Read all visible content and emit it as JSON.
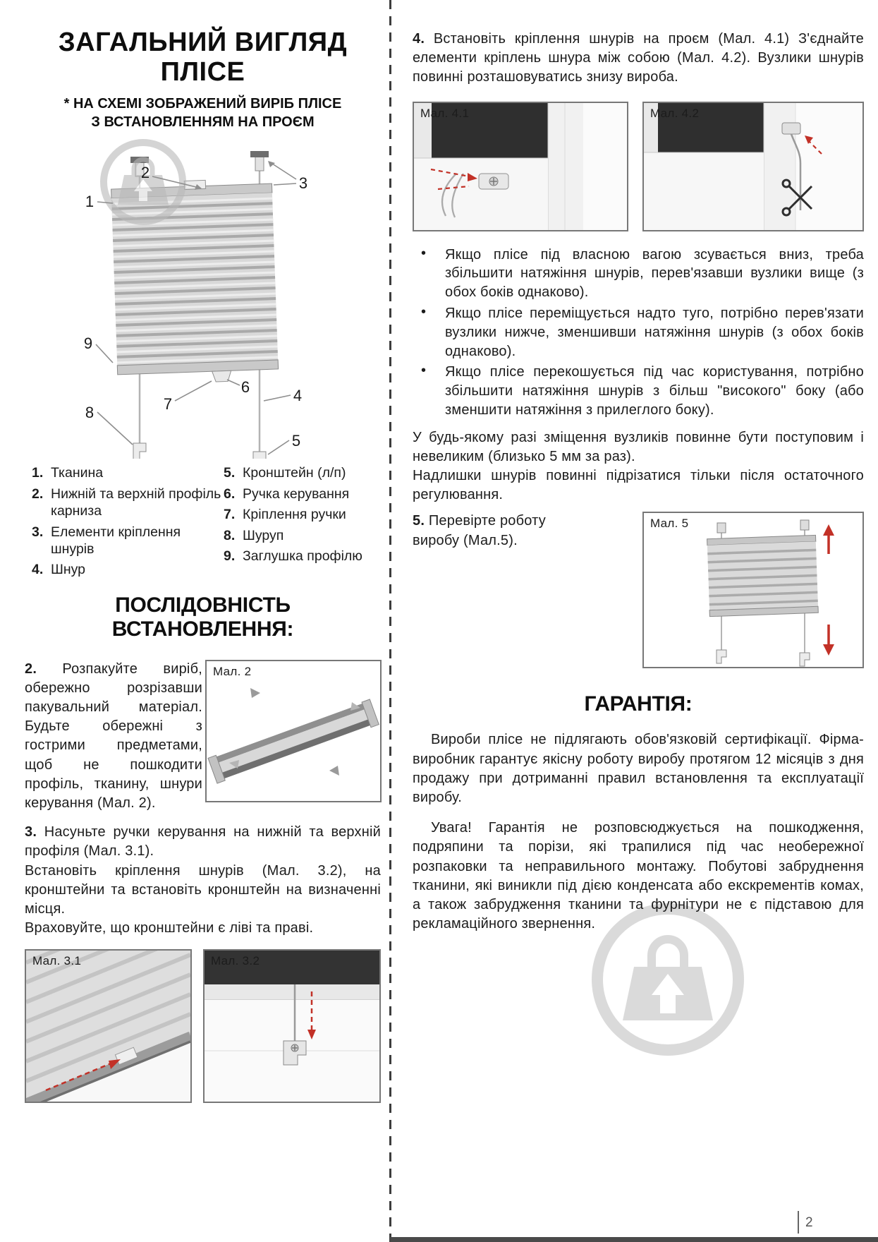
{
  "page": {
    "number": "2"
  },
  "figures": {
    "fig2": "Мал. 2",
    "fig31": "Мал. 3.1",
    "fig32": "Мал. 3.2",
    "fig41": "Мал. 4.1",
    "fig42": "Мал. 4.2",
    "fig5": "Мал. 5"
  },
  "diagram": {
    "labels": [
      "1",
      "2",
      "3",
      "4",
      "5",
      "6",
      "7",
      "8",
      "9"
    ]
  },
  "left": {
    "title_line1": "ЗАГАЛЬНИЙ ВИГЛЯД",
    "title_line2": "ПЛІСЕ",
    "subtitle": "* НА СХЕМІ ЗОБРАЖЕНИЙ ВИРІБ ПЛІСЕ\nЗ ВСТАНОВЛЕННЯМ НА ПРОЄМ",
    "legend_col1": [
      {
        "num": "1.",
        "text": "Тканина"
      },
      {
        "num": "2.",
        "text": "Нижній та верхній профіль карниза"
      },
      {
        "num": "3.",
        "text": "Елементи кріплення шнурів"
      },
      {
        "num": "4.",
        "text": "Шнур"
      }
    ],
    "legend_col2": [
      {
        "num": "5.",
        "text": "Кронштейн (л/п)"
      },
      {
        "num": "6.",
        "text": "Ручка керування"
      },
      {
        "num": "7.",
        "text": "Кріплення ручки"
      },
      {
        "num": "8.",
        "text": "Шуруп"
      },
      {
        "num": "9.",
        "text": "Заглушка профілю"
      }
    ],
    "install_heading": "ПОСЛІДОВНІСТЬ ВСТАНОВЛЕННЯ:",
    "step2_num": "2.",
    "step2_text": "Розпакуйте виріб, обережно розрізавши пакувальний матеріал. Будьте обережні з гострими предметами, щоб не пошкодити профіль, тканину, шнури керування (Мал. 2).",
    "step3_num": "3.",
    "step3_text": "Насуньте ручки керування на нижній та верхній профіля (Мал. 3.1).\nВстановіть кріплення шнурів (Мал. 3.2), на кронштейни та встановіть кронштейн на визначенні місця.\nВраховуйте, що кронштейни є ліві та праві."
  },
  "right": {
    "step4_num": "4.",
    "step4_text": "Встановіть кріплення шнурів на проєм (Мал. 4.1) З'єднайте елементи кріплень шнура між собою (Мал. 4.2). Вузлики шнурів повинні розташовуватись знизу вироба.",
    "bullet_char": "•",
    "bullets": [
      "Якщо плісе під власною вагою зсувається вниз, треба збільшити натяжіння шнурів, перев'язавши вузлики вище (з обох боків однаково).",
      "Якщо плісе переміщується надто туго, потрібно перев'язати вузлики нижче, зменшивши натяжіння шнурів (з обох боків однаково).",
      "Якщо плісе перекошується під час користування, потрібно збільшити натяжіння шнурів з більш \"високого\" боку (або зменшити натяжіння з прилеглого боку)."
    ],
    "note": "У будь-якому разі зміщення вузликів повинне бути поступовим і невеликим (близько 5 мм за раз).\nНадлишки шнурів повинні підрізатися тільки після остаточного регулювання.",
    "step5_num": "5.",
    "step5_text": "Перевірте роботу виробу (Мал.5).",
    "warranty_heading": "ГАРАНТІЯ:",
    "warranty_p1": "Вироби плісе не підлягають обов'язковій сертифікації. Фірма-виробник гарантує якісну роботу виробу протягом 12 місяців з дня продажу при дотриманні правил встановлення та експлуатації виробу.",
    "warranty_p2": "Увага! Гарантія не розповсюджується на пошкодження, подряпини та порізи, які трапилися під час необережної розпаковки та неправильного монтажу. Побутові забруднення тканини, які виникли під дією конденсата або екскрементів комах, а також забрудження тканини та фурнітури не є підставою для рекламаційного звернення."
  },
  "colors": {
    "accent_red": "#c23127",
    "watermark_grey": "#bdbdbd"
  }
}
